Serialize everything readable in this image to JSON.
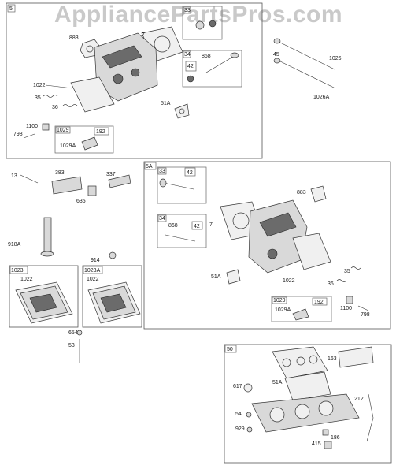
{
  "watermark": "AppliancePartsPros.com",
  "sections": {
    "s5": {
      "tag": "5",
      "labels": [
        "883",
        "7",
        "33",
        "34",
        "868",
        "42",
        "1022",
        "35",
        "36",
        "51A",
        "1100",
        "798",
        "1029",
        "1029A",
        "192"
      ]
    },
    "valves": {
      "labels": [
        "45",
        "1026",
        "1026A"
      ]
    },
    "loose": {
      "labels": [
        "13",
        "383",
        "337",
        "635",
        "918A",
        "914",
        "654",
        "53"
      ]
    },
    "s1023": {
      "tag": "1023",
      "labels": [
        "1022"
      ]
    },
    "s1023a": {
      "tag": "1023A",
      "labels": [
        "1022"
      ]
    },
    "s5a": {
      "tag": "5A",
      "labels": [
        "33",
        "42",
        "883",
        "34",
        "868",
        "42",
        "7",
        "51A",
        "1022",
        "35",
        "36",
        "1029",
        "1029A",
        "192",
        "1100",
        "798"
      ]
    },
    "s50": {
      "tag": "50",
      "labels": [
        "163",
        "51A",
        "617",
        "212",
        "54",
        "929",
        "186",
        "415"
      ]
    }
  }
}
